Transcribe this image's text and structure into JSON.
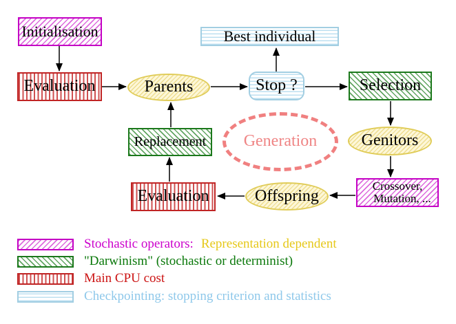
{
  "nodes": {
    "initialisation": "Initialisation",
    "evaluation_top": "Evaluation",
    "parents": "Parents",
    "best_individual": "Best individual",
    "stop": "Stop ?",
    "selection": "Selection",
    "replacement": "Replacement",
    "generation": "Generation",
    "genitors": "Genitors",
    "evaluation_bottom": "Evaluation",
    "offspring": "Offspring",
    "crossover_line1": "Crossover,",
    "crossover_line2": "Mutation, ..."
  },
  "legend": {
    "stochastic_operators": "Stochastic operators:",
    "representation_dependent": "Representation dependent",
    "darwinism": "\"Darwinism\" (stochastic or determinist)",
    "main_cpu_cost": "Main CPU cost",
    "checkpointing": "Checkpointing: stopping criterion and statistics"
  },
  "colors": {
    "stochastic_magenta": "#cc00cc",
    "representation_gold": "#e6c818",
    "darwinism_green": "#0a780a",
    "cpu_red": "#cc1414",
    "checkpointing_blue": "#8ec8ea",
    "generation_salmon": "#f08080",
    "yellow_node_border": "#e0cc58",
    "red_node_border": "#c02424",
    "green_node_border": "#1b781b",
    "magenta_node_border": "#c400c4",
    "cyan_node_border": "#a2cee2",
    "arrow_black": "#000000"
  }
}
